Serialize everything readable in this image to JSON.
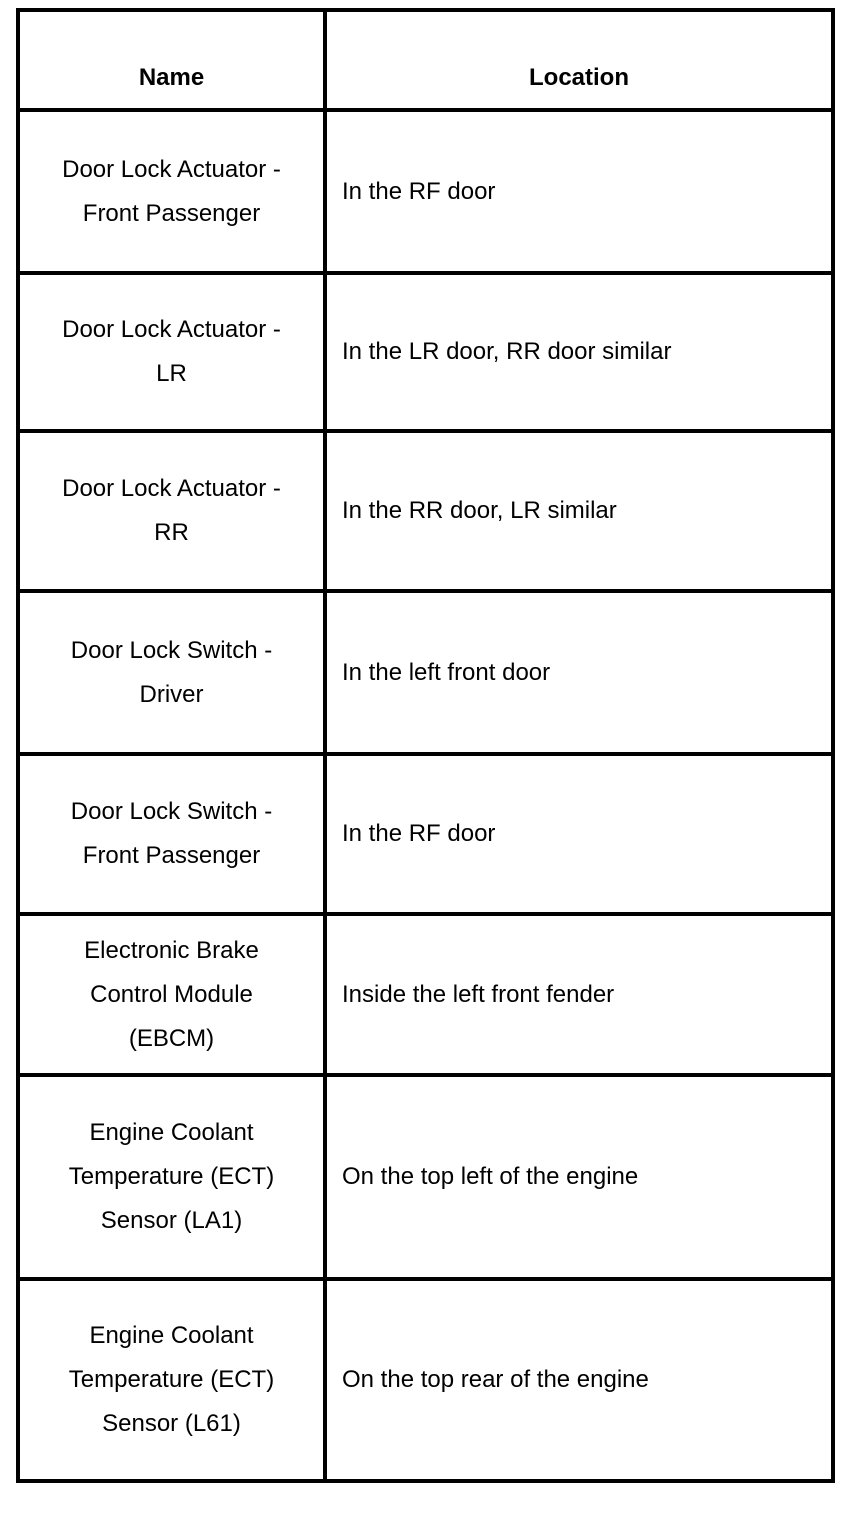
{
  "table": {
    "headers": {
      "name": "Name",
      "location": "Location"
    },
    "rows": [
      {
        "name": "Door Lock Actuator -\nFront Passenger",
        "location": "In the RF door"
      },
      {
        "name": "Door Lock Actuator -\nLR",
        "location": "In the LR door, RR door similar"
      },
      {
        "name": "Door Lock Actuator -\nRR",
        "location": "In the RR door, LR similar"
      },
      {
        "name": "Door Lock Switch -\nDriver",
        "location": "In the left front door"
      },
      {
        "name": "Door Lock Switch -\nFront Passenger",
        "location": "In the RF door"
      },
      {
        "name": "Electronic Brake\nControl Module\n(EBCM)",
        "location": "Inside the left front fender"
      },
      {
        "name": "Engine Coolant\nTemperature (ECT)\nSensor (LA1)",
        "location": "On the top left of the engine"
      },
      {
        "name": "Engine Coolant\nTemperature (ECT)\nSensor (L61)",
        "location": "On the top rear of the engine"
      }
    ],
    "colors": {
      "border": "#000000",
      "text": "#000000",
      "background": "#ffffff"
    }
  }
}
